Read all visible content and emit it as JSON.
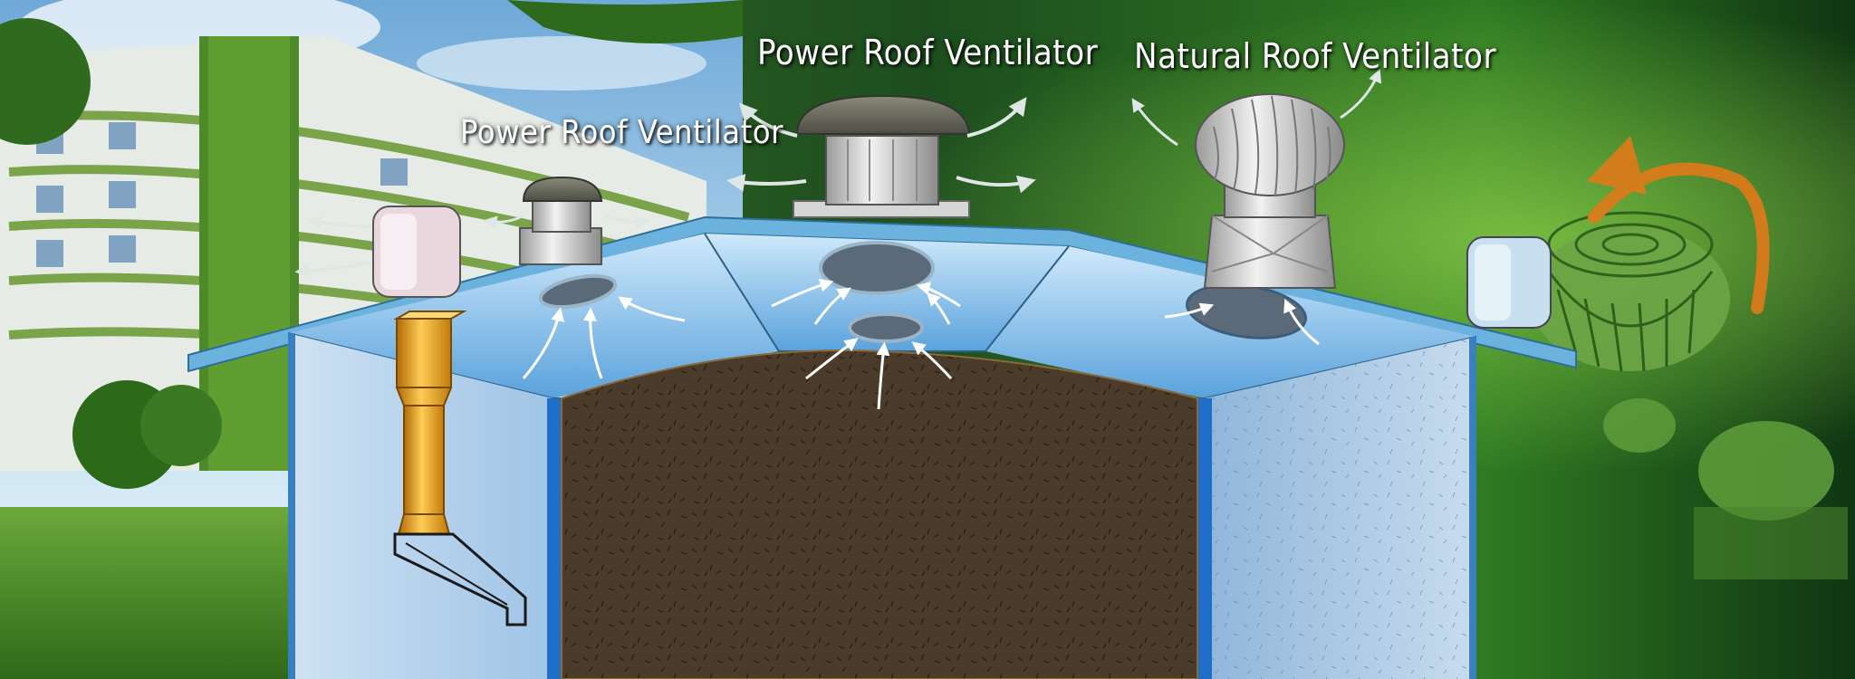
{
  "labels": {
    "power_left": "Power Roof Ventilator",
    "power_center": "Power Roof Ventilator",
    "natural": "Natural Roof Ventilator"
  },
  "icons": [
    "power-roof-ventilator-icon",
    "natural-roof-ventilator-icon",
    "turbine-ventilator-icon",
    "airflow-arrow-icon",
    "rotation-arrow-icon"
  ],
  "colors": {
    "sky_blue": "#7fbfe6",
    "roof_blue": "#5aa6dd",
    "wall_blue": "#a8cdea",
    "soil_brown": "#4a3a2a",
    "green_background": "#1f5a1c",
    "duct_orange": "#f0a020",
    "arrow_white": "#ffffff"
  }
}
